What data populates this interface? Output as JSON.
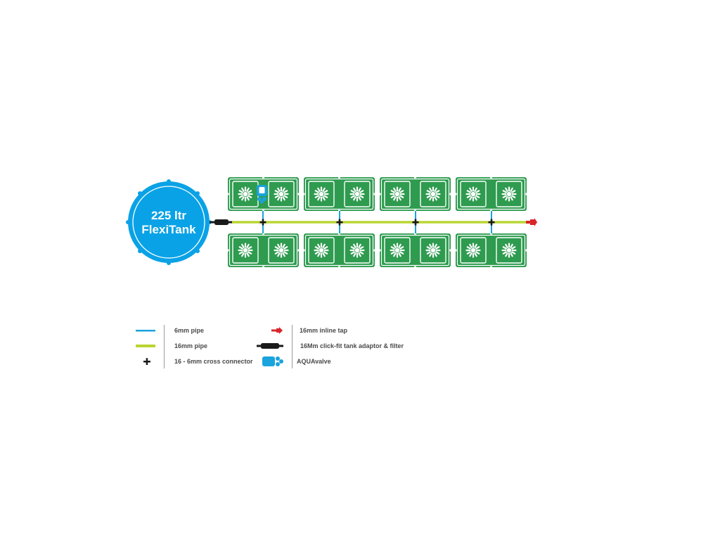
{
  "tank": {
    "line1": "225 ltr",
    "line2": "FlexiTank",
    "color": "#0aa2e6"
  },
  "colors": {
    "tray": "#2e9b4f",
    "pipe6": "#1aa3dd",
    "pipe16": "#b9d532",
    "connector": "#1a1a1a",
    "tap": "#d8262b",
    "legend_text": "#4a4a4a"
  },
  "layout_info": {
    "tray_columns": 4,
    "tray_rows": 2,
    "plants_per_tray": 2
  },
  "legend": {
    "pipe6_label": "6mm pipe",
    "pipe16_label": "16mm pipe",
    "cross_label": "16 - 6mm cross connector",
    "tap_label": "16mm inline tap",
    "adaptor_label": "16Mm click-fit tank adaptor & filter",
    "aquavalve_label": "AQUAvalve"
  }
}
